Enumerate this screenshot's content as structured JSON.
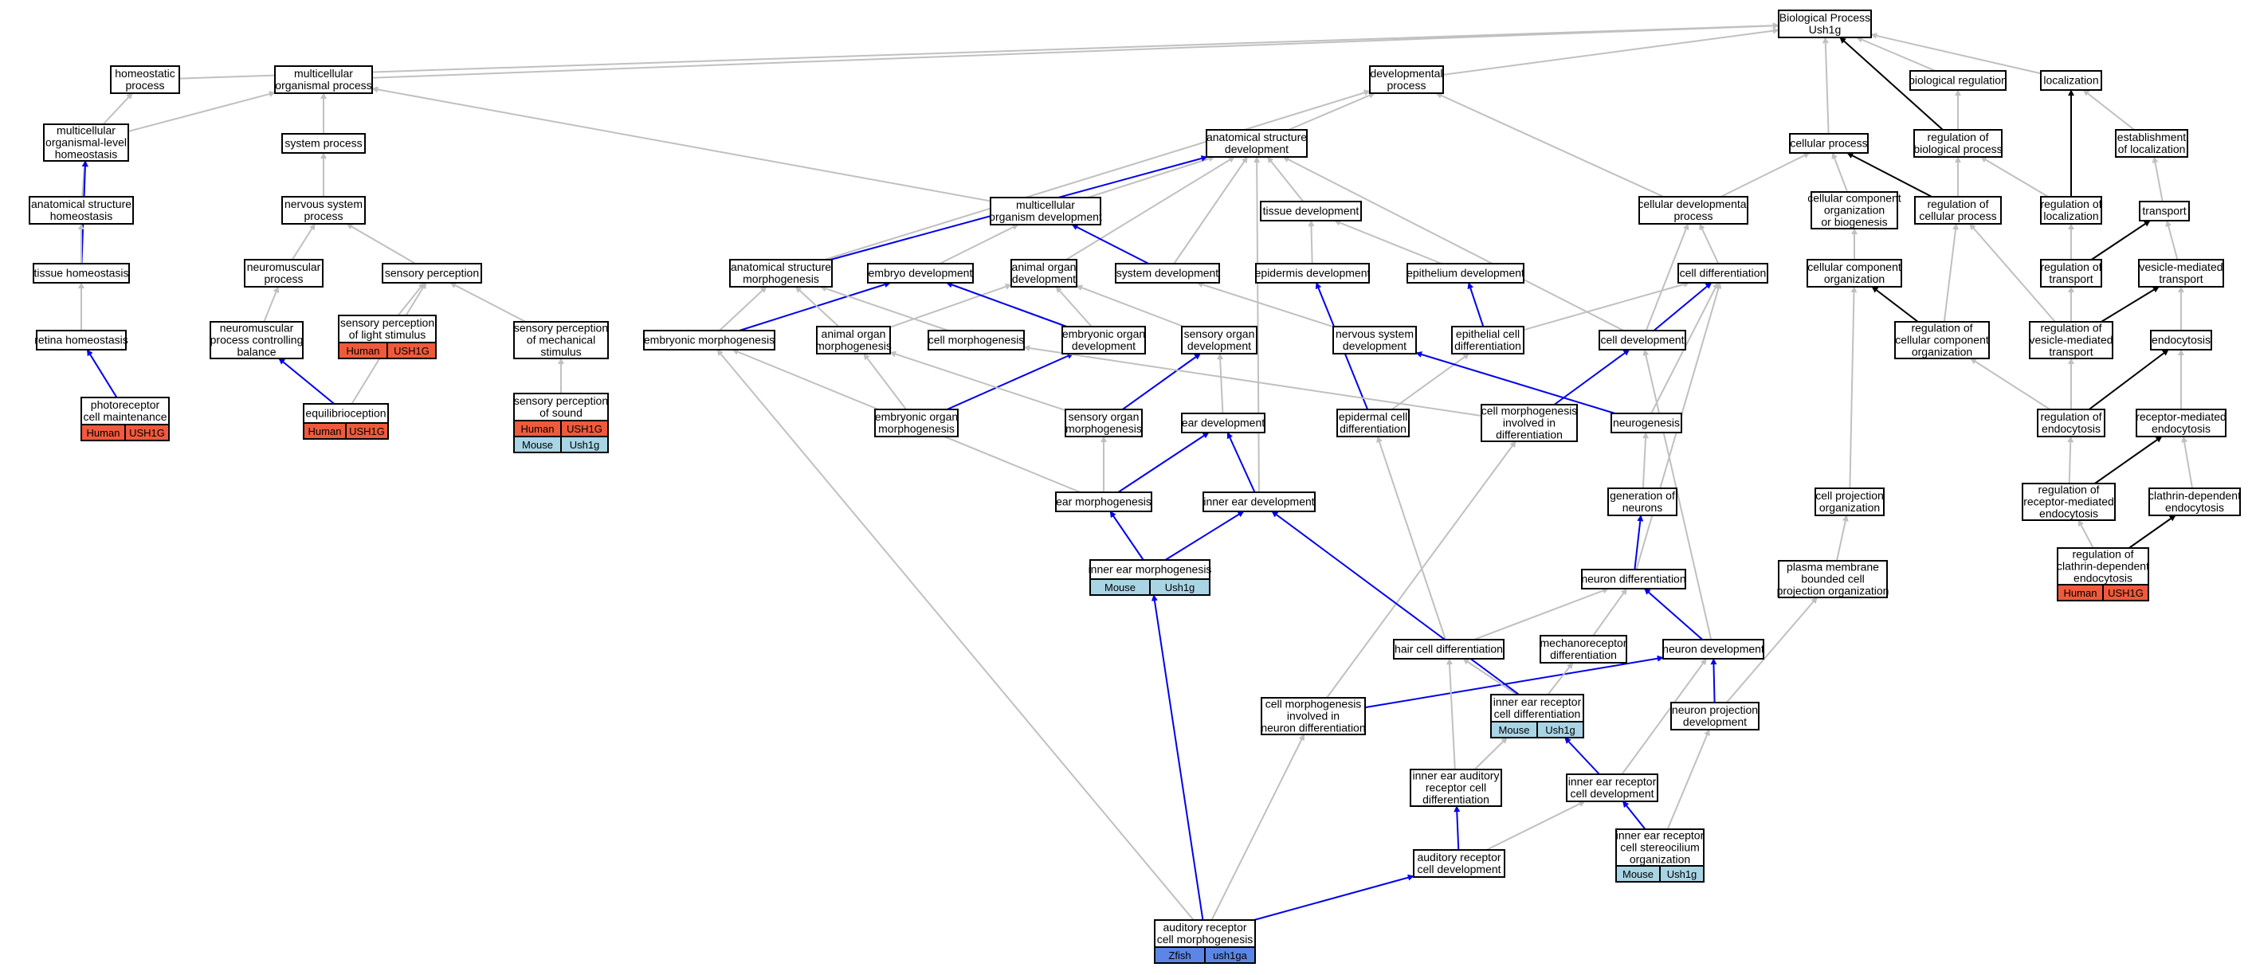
{
  "colors": {
    "edge_gray": "#c0c0c0",
    "edge_blue": "#0000ee",
    "edge_black": "#000000",
    "human": "#ee5a3c",
    "mouse": "#a9d4e4",
    "zfish": "#5b86e6"
  },
  "nodes": [
    {
      "id": "bp",
      "lines": [
        "Biological Process",
        "Ush1g"
      ]
    },
    {
      "id": "homeostatic",
      "lines": [
        "homeostatic",
        "process"
      ]
    },
    {
      "id": "mop",
      "lines": [
        "multicellular",
        "organismal process"
      ]
    },
    {
      "id": "devproc",
      "lines": [
        "developmental",
        "process"
      ]
    },
    {
      "id": "bioreg",
      "lines": [
        "biological regulation"
      ]
    },
    {
      "id": "localization",
      "lines": [
        "localization"
      ]
    },
    {
      "id": "mclh",
      "lines": [
        "multicellular",
        "organismal-level",
        "homeostasis"
      ]
    },
    {
      "id": "sysproc",
      "lines": [
        "system process"
      ]
    },
    {
      "id": "asd",
      "lines": [
        "anatomical structure",
        "development"
      ]
    },
    {
      "id": "cellproc",
      "lines": [
        "cellular process"
      ]
    },
    {
      "id": "regbp",
      "lines": [
        "regulation of",
        "biological process"
      ]
    },
    {
      "id": "estloc",
      "lines": [
        "establishment",
        "of localization"
      ]
    },
    {
      "id": "ash",
      "lines": [
        "anatomical structure",
        "homeostasis"
      ]
    },
    {
      "id": "nsp",
      "lines": [
        "nervous system",
        "process"
      ]
    },
    {
      "id": "mcod",
      "lines": [
        "multicellular",
        "organism development"
      ]
    },
    {
      "id": "tissuedev",
      "lines": [
        "tissue development"
      ]
    },
    {
      "id": "celldevproc",
      "lines": [
        "cellular developmental",
        "process"
      ]
    },
    {
      "id": "ccob",
      "lines": [
        "cellular component",
        "organization",
        "or biogenesis"
      ]
    },
    {
      "id": "regcp",
      "lines": [
        "regulation of",
        "cellular process"
      ]
    },
    {
      "id": "regloc",
      "lines": [
        "regulation of",
        "localization"
      ]
    },
    {
      "id": "transport",
      "lines": [
        "transport"
      ]
    },
    {
      "id": "tissuehom",
      "lines": [
        "tissue homeostasis"
      ]
    },
    {
      "id": "nmp",
      "lines": [
        "neuromuscular",
        "process"
      ]
    },
    {
      "id": "sensperc",
      "lines": [
        "sensory perception"
      ]
    },
    {
      "id": "asm",
      "lines": [
        "anatomical structure",
        "morphogenesis"
      ]
    },
    {
      "id": "embdev",
      "lines": [
        "embryo development"
      ]
    },
    {
      "id": "aod",
      "lines": [
        "animal organ",
        "development"
      ]
    },
    {
      "id": "sysdev",
      "lines": [
        "system development"
      ]
    },
    {
      "id": "epidev",
      "lines": [
        "epidermis development"
      ]
    },
    {
      "id": "epithdev",
      "lines": [
        "epithelium development"
      ]
    },
    {
      "id": "celldiff",
      "lines": [
        "cell differentiation"
      ]
    },
    {
      "id": "cco",
      "lines": [
        "cellular component",
        "organization"
      ]
    },
    {
      "id": "regtransport",
      "lines": [
        "regulation of",
        "transport"
      ]
    },
    {
      "id": "vmt",
      "lines": [
        "vesicle-mediated",
        "transport"
      ]
    },
    {
      "id": "retinahom",
      "lines": [
        "retina homeostasis"
      ]
    },
    {
      "id": "nmpcb",
      "lines": [
        "neuromuscular",
        "process controlling",
        "balance"
      ]
    },
    {
      "id": "splight",
      "lines": [
        "sensory perception",
        "of light stimulus"
      ],
      "tags": [
        [
          "Human",
          "USH1G",
          "human"
        ]
      ]
    },
    {
      "id": "spmech",
      "lines": [
        "sensory perception",
        "of mechanical",
        "stimulus"
      ]
    },
    {
      "id": "embmorph",
      "lines": [
        "embryonic morphogenesis"
      ]
    },
    {
      "id": "aom",
      "lines": [
        "animal organ",
        "morphogenesis"
      ]
    },
    {
      "id": "cellmorph",
      "lines": [
        "cell morphogenesis"
      ]
    },
    {
      "id": "eod",
      "lines": [
        "embryonic organ",
        "development"
      ]
    },
    {
      "id": "sod",
      "lines": [
        "sensory organ",
        "development"
      ]
    },
    {
      "id": "nsd",
      "lines": [
        "nervous system",
        "development"
      ]
    },
    {
      "id": "epithcd",
      "lines": [
        "epithelial cell",
        "differentiation"
      ]
    },
    {
      "id": "celldev",
      "lines": [
        "cell development"
      ]
    },
    {
      "id": "regccco",
      "lines": [
        "regulation of",
        "cellular component",
        "organization"
      ]
    },
    {
      "id": "regvmt",
      "lines": [
        "regulation of",
        "vesicle-mediated",
        "transport"
      ]
    },
    {
      "id": "endocytosis",
      "lines": [
        "endocytosis"
      ]
    },
    {
      "id": "pcm",
      "lines": [
        "photoreceptor",
        "cell maintenance"
      ],
      "tags": [
        [
          "Human",
          "USH1G",
          "human"
        ]
      ]
    },
    {
      "id": "equil",
      "lines": [
        "equilibrioception"
      ],
      "tags": [
        [
          "Human",
          "USH1G",
          "human"
        ]
      ]
    },
    {
      "id": "spsound",
      "lines": [
        "sensory perception",
        "of sound"
      ],
      "tags": [
        [
          "Human",
          "USH1G",
          "human"
        ],
        [
          "Mouse",
          "Ush1g",
          "mouse"
        ]
      ]
    },
    {
      "id": "eom",
      "lines": [
        "embryonic organ",
        "morphogenesis"
      ]
    },
    {
      "id": "som",
      "lines": [
        "sensory organ",
        "morphogenesis"
      ]
    },
    {
      "id": "eardev",
      "lines": [
        "ear development"
      ]
    },
    {
      "id": "epicd",
      "lines": [
        "epidermal cell",
        "differentiation"
      ]
    },
    {
      "id": "cmid",
      "lines": [
        "cell morphogenesis",
        "involved in",
        "differentiation"
      ]
    },
    {
      "id": "neurogenesis",
      "lines": [
        "neurogenesis"
      ]
    },
    {
      "id": "regendo",
      "lines": [
        "regulation of",
        "endocytosis"
      ]
    },
    {
      "id": "rme",
      "lines": [
        "receptor-mediated",
        "endocytosis"
      ]
    },
    {
      "id": "earmorph",
      "lines": [
        "ear morphogenesis"
      ]
    },
    {
      "id": "ied",
      "lines": [
        "inner ear development"
      ]
    },
    {
      "id": "genneur",
      "lines": [
        "generation of",
        "neurons"
      ]
    },
    {
      "id": "cpo",
      "lines": [
        "cell projection",
        "organization"
      ]
    },
    {
      "id": "regrme",
      "lines": [
        "regulation of",
        "receptor-mediated",
        "endocytosis"
      ]
    },
    {
      "id": "cde",
      "lines": [
        "clathrin-dependent",
        "endocytosis"
      ]
    },
    {
      "id": "iem",
      "lines": [
        "inner ear morphogenesis"
      ],
      "tags": [
        [
          "Mouse",
          "Ush1g",
          "mouse"
        ]
      ]
    },
    {
      "id": "neurdiff",
      "lines": [
        "neuron differentiation"
      ]
    },
    {
      "id": "pmbcpo",
      "lines": [
        "plasma membrane",
        "bounded cell",
        "projection organization"
      ]
    },
    {
      "id": "regcde",
      "lines": [
        "regulation of",
        "clathrin-dependent",
        "endocytosis"
      ],
      "tags": [
        [
          "Human",
          "USH1G",
          "human"
        ]
      ]
    },
    {
      "id": "hcd",
      "lines": [
        "hair cell differentiation"
      ]
    },
    {
      "id": "mrd",
      "lines": [
        "mechanoreceptor",
        "differentiation"
      ]
    },
    {
      "id": "neurdev",
      "lines": [
        "neuron development"
      ]
    },
    {
      "id": "cmind",
      "lines": [
        "cell morphogenesis",
        "involved in",
        "neuron differentiation"
      ]
    },
    {
      "id": "iercd",
      "lines": [
        "inner ear receptor",
        "cell differentiation"
      ],
      "tags": [
        [
          "Mouse",
          "Ush1g",
          "mouse"
        ]
      ]
    },
    {
      "id": "npd",
      "lines": [
        "neuron projection",
        "development"
      ]
    },
    {
      "id": "iearcd",
      "lines": [
        "inner ear auditory",
        "receptor cell",
        "differentiation"
      ]
    },
    {
      "id": "iercdev",
      "lines": [
        "inner ear receptor",
        "cell development"
      ]
    },
    {
      "id": "arcd",
      "lines": [
        "auditory receptor",
        "cell development"
      ]
    },
    {
      "id": "iercso",
      "lines": [
        "inner ear receptor",
        "cell stereocilium",
        "organization"
      ],
      "tags": [
        [
          "Mouse",
          "Ush1g",
          "mouse"
        ]
      ]
    },
    {
      "id": "arcm",
      "lines": [
        "auditory receptor",
        "cell morphogenesis"
      ],
      "tags": [
        [
          "Zfish",
          "ush1ga",
          "zfish"
        ]
      ]
    }
  ],
  "edges": [
    [
      "homeostatic",
      "bp",
      "g"
    ],
    [
      "mop",
      "bp",
      "g"
    ],
    [
      "devproc",
      "bp",
      "g"
    ],
    [
      "cellproc",
      "bp",
      "g"
    ],
    [
      "bioreg",
      "bp",
      "g"
    ],
    [
      "localization",
      "bp",
      "g"
    ],
    [
      "regbp",
      "bp",
      "k"
    ],
    [
      "mclh",
      "homeostatic",
      "g"
    ],
    [
      "mclh",
      "mop",
      "g"
    ],
    [
      "sysproc",
      "mop",
      "g"
    ],
    [
      "asd",
      "devproc",
      "g"
    ],
    [
      "regbp",
      "bioreg",
      "g"
    ],
    [
      "estloc",
      "localization",
      "g"
    ],
    [
      "regloc",
      "localization",
      "k"
    ],
    [
      "ash",
      "mclh",
      "g"
    ],
    [
      "tissuehom",
      "mclh",
      "b"
    ],
    [
      "nsp",
      "sysproc",
      "g"
    ],
    [
      "mcod",
      "mop",
      "g"
    ],
    [
      "mcod",
      "asd",
      "g"
    ],
    [
      "tissuedev",
      "asd",
      "g"
    ],
    [
      "celldevproc",
      "devproc",
      "g"
    ],
    [
      "ccob",
      "cellproc",
      "g"
    ],
    [
      "regcp",
      "regbp",
      "g"
    ],
    [
      "regcp",
      "cellproc",
      "k"
    ],
    [
      "regloc",
      "regbp",
      "g"
    ],
    [
      "transport",
      "estloc",
      "g"
    ],
    [
      "tissuehom",
      "ash",
      "g"
    ],
    [
      "nmp",
      "nsp",
      "g"
    ],
    [
      "sensperc",
      "nsp",
      "g"
    ],
    [
      "asm",
      "asd",
      "b"
    ],
    [
      "asm",
      "devproc",
      "g"
    ],
    [
      "embdev",
      "mcod",
      "g"
    ],
    [
      "aod",
      "asd",
      "g"
    ],
    [
      "sysdev",
      "mcod",
      "b"
    ],
    [
      "sysdev",
      "asd",
      "g"
    ],
    [
      "epidev",
      "tissuedev",
      "g"
    ],
    [
      "epithdev",
      "tissuedev",
      "g"
    ],
    [
      "celldiff",
      "celldevproc",
      "g"
    ],
    [
      "celldevproc",
      "cellproc",
      "g"
    ],
    [
      "cco",
      "ccob",
      "g"
    ],
    [
      "regtransport",
      "regloc",
      "g"
    ],
    [
      "regtransport",
      "transport",
      "k"
    ],
    [
      "vmt",
      "transport",
      "g"
    ],
    [
      "retinahom",
      "tissuehom",
      "g"
    ],
    [
      "nmpcb",
      "nmp",
      "g"
    ],
    [
      "splight",
      "sensperc",
      "g"
    ],
    [
      "spmech",
      "sensperc",
      "g"
    ],
    [
      "embmorph",
      "asm",
      "g"
    ],
    [
      "embmorph",
      "embdev",
      "b"
    ],
    [
      "aom",
      "asm",
      "g"
    ],
    [
      "aom",
      "aod",
      "g"
    ],
    [
      "cellmorph",
      "asm",
      "g"
    ],
    [
      "eod",
      "embdev",
      "b"
    ],
    [
      "eod",
      "aod",
      "g"
    ],
    [
      "sod",
      "aod",
      "g"
    ],
    [
      "nsd",
      "sysdev",
      "g"
    ],
    [
      "epithcd",
      "epithdev",
      "b"
    ],
    [
      "epithcd",
      "celldiff",
      "g"
    ],
    [
      "celldev",
      "celldiff",
      "b"
    ],
    [
      "celldev",
      "celldevproc",
      "g"
    ],
    [
      "celldev",
      "asd",
      "g"
    ],
    [
      "regccco",
      "cco",
      "k"
    ],
    [
      "regccco",
      "regcp",
      "g"
    ],
    [
      "regvmt",
      "regtransport",
      "g"
    ],
    [
      "regvmt",
      "vmt",
      "k"
    ],
    [
      "regvmt",
      "regcp",
      "g"
    ],
    [
      "endocytosis",
      "vmt",
      "g"
    ],
    [
      "pcm",
      "retinahom",
      "b"
    ],
    [
      "equil",
      "nmpcb",
      "b"
    ],
    [
      "equil",
      "sensperc",
      "g"
    ],
    [
      "spsound",
      "spmech",
      "g"
    ],
    [
      "eom",
      "eod",
      "b"
    ],
    [
      "eom",
      "aom",
      "g"
    ],
    [
      "som",
      "sod",
      "b"
    ],
    [
      "som",
      "aom",
      "g"
    ],
    [
      "eardev",
      "sod",
      "g"
    ],
    [
      "epicd",
      "epidev",
      "b"
    ],
    [
      "epicd",
      "epithcd",
      "g"
    ],
    [
      "cmid",
      "celldev",
      "b"
    ],
    [
      "cmid",
      "cellmorph",
      "g"
    ],
    [
      "neurogenesis",
      "nsd",
      "b"
    ],
    [
      "neurogenesis",
      "celldiff",
      "g"
    ],
    [
      "regendo",
      "regvmt",
      "g"
    ],
    [
      "regendo",
      "endocytosis",
      "k"
    ],
    [
      "regendo",
      "regccco",
      "g"
    ],
    [
      "rme",
      "endocytosis",
      "g"
    ],
    [
      "earmorph",
      "eardev",
      "b"
    ],
    [
      "earmorph",
      "som",
      "g"
    ],
    [
      "earmorph",
      "embmorph",
      "g"
    ],
    [
      "ied",
      "eardev",
      "b"
    ],
    [
      "ied",
      "asd",
      "g"
    ],
    [
      "genneur",
      "neurogenesis",
      "g"
    ],
    [
      "cpo",
      "cco",
      "g"
    ],
    [
      "regrme",
      "regendo",
      "g"
    ],
    [
      "regrme",
      "rme",
      "k"
    ],
    [
      "cde",
      "rme",
      "g"
    ],
    [
      "iem",
      "earmorph",
      "b"
    ],
    [
      "iem",
      "ied",
      "b"
    ],
    [
      "neurdiff",
      "genneur",
      "b"
    ],
    [
      "neurdiff",
      "celldiff",
      "g"
    ],
    [
      "pmbcpo",
      "cpo",
      "g"
    ],
    [
      "regcde",
      "regrme",
      "g"
    ],
    [
      "regcde",
      "cde",
      "k"
    ],
    [
      "hcd",
      "neurdiff",
      "g"
    ],
    [
      "hcd",
      "epicd",
      "g"
    ],
    [
      "mrd",
      "neurdiff",
      "g"
    ],
    [
      "neurdev",
      "neurdiff",
      "b"
    ],
    [
      "neurdev",
      "celldev",
      "g"
    ],
    [
      "cmind",
      "neurdev",
      "b"
    ],
    [
      "cmind",
      "cmid",
      "g"
    ],
    [
      "iercd",
      "mrd",
      "g"
    ],
    [
      "iercd",
      "hcd",
      "g"
    ],
    [
      "iercd",
      "ied",
      "b"
    ],
    [
      "npd",
      "neurdev",
      "b"
    ],
    [
      "npd",
      "pmbcpo",
      "g"
    ],
    [
      "iearcd",
      "iercd",
      "g"
    ],
    [
      "iearcd",
      "hcd",
      "g"
    ],
    [
      "iercdev",
      "iercd",
      "b"
    ],
    [
      "iercdev",
      "neurdev",
      "g"
    ],
    [
      "arcd",
      "iearcd",
      "b"
    ],
    [
      "arcd",
      "iercdev",
      "g"
    ],
    [
      "iercso",
      "iercdev",
      "b"
    ],
    [
      "iercso",
      "npd",
      "g"
    ],
    [
      "arcm",
      "iem",
      "b"
    ],
    [
      "arcm",
      "arcd",
      "b"
    ],
    [
      "arcm",
      "cmind",
      "g"
    ],
    [
      "arcm",
      "embmorph",
      "g"
    ]
  ]
}
